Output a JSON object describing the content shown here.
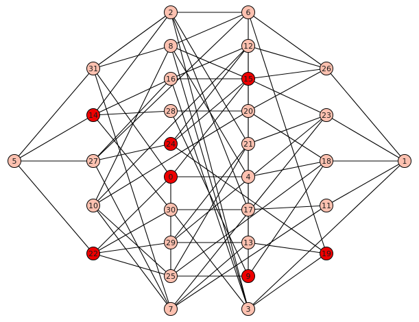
{
  "colors": {
    "default_node": "#fdc1b0",
    "highlight_node": "#ee0000",
    "edge": "#000000",
    "background": "#ffffff"
  },
  "nodes": [
    {
      "id": "1",
      "highlight": false
    },
    {
      "id": "2",
      "highlight": false
    },
    {
      "id": "3",
      "highlight": false
    },
    {
      "id": "4",
      "highlight": false
    },
    {
      "id": "5",
      "highlight": false
    },
    {
      "id": "6",
      "highlight": false
    },
    {
      "id": "7",
      "highlight": false
    },
    {
      "id": "8",
      "highlight": false
    },
    {
      "id": "9",
      "highlight": true
    },
    {
      "id": "10",
      "highlight": false
    },
    {
      "id": "11",
      "highlight": false
    },
    {
      "id": "12",
      "highlight": false
    },
    {
      "id": "13",
      "highlight": false
    },
    {
      "id": "14",
      "highlight": true
    },
    {
      "id": "15",
      "highlight": true
    },
    {
      "id": "16",
      "highlight": false
    },
    {
      "id": "17",
      "highlight": false
    },
    {
      "id": "18",
      "highlight": false
    },
    {
      "id": "19",
      "highlight": true
    },
    {
      "id": "20",
      "highlight": false
    },
    {
      "id": "21",
      "highlight": false
    },
    {
      "id": "22",
      "highlight": true
    },
    {
      "id": "23",
      "highlight": false
    },
    {
      "id": "24",
      "highlight": true
    },
    {
      "id": "25",
      "highlight": false
    },
    {
      "id": "26",
      "highlight": false
    },
    {
      "id": "27",
      "highlight": false
    },
    {
      "id": "28",
      "highlight": false
    },
    {
      "id": "29",
      "highlight": false
    },
    {
      "id": "30",
      "highlight": false
    },
    {
      "id": "31",
      "highlight": false
    },
    {
      "id": "0",
      "highlight": true
    }
  ],
  "edges": [
    [
      "2",
      "6"
    ],
    [
      "2",
      "31"
    ],
    [
      "2",
      "14"
    ],
    [
      "2",
      "3"
    ],
    [
      "2",
      "21"
    ],
    [
      "2",
      "17"
    ],
    [
      "6",
      "8"
    ],
    [
      "6",
      "26"
    ],
    [
      "6",
      "19"
    ],
    [
      "6",
      "9"
    ],
    [
      "6",
      "27"
    ],
    [
      "8",
      "31"
    ],
    [
      "8",
      "15"
    ],
    [
      "8",
      "3"
    ],
    [
      "8",
      "10"
    ],
    [
      "8",
      "4"
    ],
    [
      "31",
      "5"
    ],
    [
      "31",
      "0"
    ],
    [
      "31",
      "7"
    ],
    [
      "12",
      "26"
    ],
    [
      "12",
      "16"
    ],
    [
      "12",
      "13"
    ],
    [
      "12",
      "24"
    ],
    [
      "12",
      "10"
    ],
    [
      "16",
      "14"
    ],
    [
      "16",
      "3"
    ],
    [
      "16",
      "15"
    ],
    [
      "16",
      "27"
    ],
    [
      "15",
      "26"
    ],
    [
      "15",
      "23"
    ],
    [
      "15",
      "24"
    ],
    [
      "15",
      "0"
    ],
    [
      "26",
      "1"
    ],
    [
      "26",
      "20"
    ],
    [
      "14",
      "5"
    ],
    [
      "14",
      "28"
    ],
    [
      "14",
      "30"
    ],
    [
      "28",
      "20"
    ],
    [
      "28",
      "9"
    ],
    [
      "20",
      "18"
    ],
    [
      "20",
      "10"
    ],
    [
      "23",
      "1"
    ],
    [
      "23",
      "21"
    ],
    [
      "23",
      "29"
    ],
    [
      "23",
      "7"
    ],
    [
      "5",
      "27"
    ],
    [
      "5",
      "22"
    ],
    [
      "27",
      "24"
    ],
    [
      "27",
      "7"
    ],
    [
      "24",
      "19"
    ],
    [
      "21",
      "25"
    ],
    [
      "21",
      "29"
    ],
    [
      "0",
      "4"
    ],
    [
      "0",
      "25"
    ],
    [
      "0",
      "22"
    ],
    [
      "4",
      "18"
    ],
    [
      "18",
      "1"
    ],
    [
      "18",
      "25"
    ],
    [
      "18",
      "9"
    ],
    [
      "1",
      "11"
    ],
    [
      "1",
      "3"
    ],
    [
      "10",
      "25"
    ],
    [
      "10",
      "7"
    ],
    [
      "30",
      "17"
    ],
    [
      "30",
      "3"
    ],
    [
      "30",
      "22"
    ],
    [
      "17",
      "11"
    ],
    [
      "11",
      "7"
    ],
    [
      "29",
      "13"
    ],
    [
      "29",
      "22"
    ],
    [
      "13",
      "19"
    ],
    [
      "13",
      "7"
    ],
    [
      "19",
      "3"
    ],
    [
      "22",
      "25"
    ],
    [
      "25",
      "9"
    ]
  ]
}
